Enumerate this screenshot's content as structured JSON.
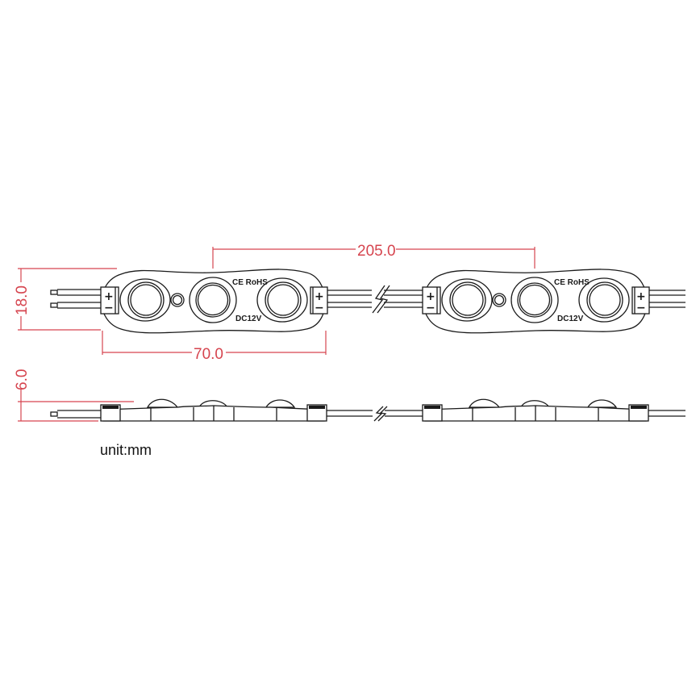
{
  "dimensions": {
    "pitch": "205.0",
    "length": "70.0",
    "width": "18.0",
    "height": "6.0"
  },
  "markings": {
    "cert": "CE RoHS",
    "voltage": "DC12V",
    "plus": "+",
    "minus": "−"
  },
  "unit_label": "unit:mm",
  "colors": {
    "dimension": "#d6454f",
    "outline": "#1a1a1a"
  }
}
